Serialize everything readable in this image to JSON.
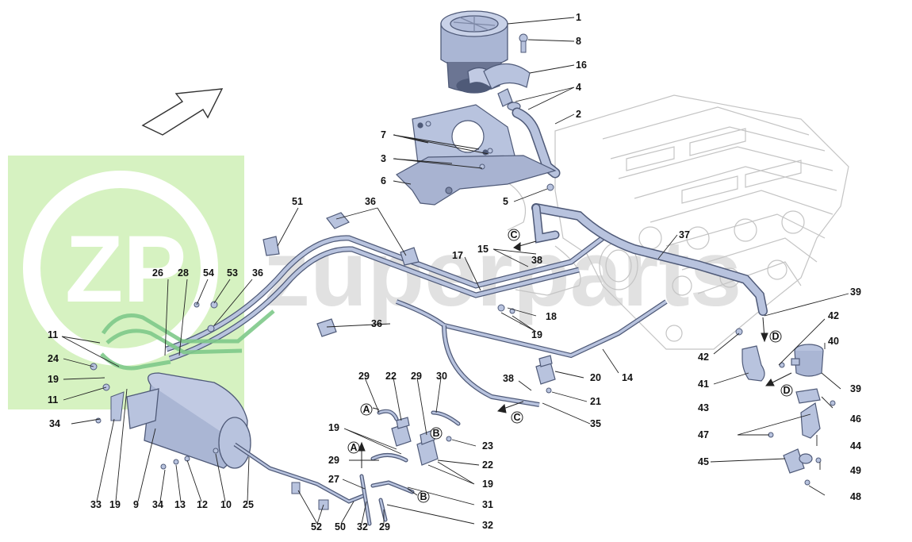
{
  "watermark": {
    "logo": "ZP",
    "wordmark": "zuperparts",
    "logo_color": "#a7e27a",
    "wordmark_color": "#d6d6d6"
  },
  "colors": {
    "part_fill": "#b8c3de",
    "part_stroke": "#4f5a78",
    "hose_fill": "#aeb9d6",
    "green_pipe": "#7fc98a",
    "engine_line": "#c8c8c8"
  },
  "letters": {
    "A": "A",
    "B": "B",
    "C": "C",
    "D": "D"
  },
  "callouts": {
    "c1": "1",
    "c8": "8",
    "c16": "16",
    "c4": "4",
    "c2": "2",
    "c7": "7",
    "c3": "3",
    "c6": "6",
    "c5": "5",
    "c51": "51",
    "c36a": "36",
    "c37": "37",
    "c15": "15",
    "c38a": "38",
    "c17": "17",
    "c26": "26",
    "c28": "28",
    "c54": "54",
    "c53": "53",
    "c36b": "36",
    "c18": "18",
    "c19a": "19",
    "c39a": "39",
    "c42a": "42",
    "c42b": "42",
    "c40": "40",
    "c36c": "36",
    "c14": "14",
    "c11a": "11",
    "c24": "24",
    "c19b": "19",
    "c11b": "11",
    "c29a": "29",
    "c22a": "22",
    "c29b": "29",
    "c30": "30",
    "c38b": "38",
    "c20": "20",
    "c21": "21",
    "c35": "35",
    "c41": "41",
    "c39b": "39",
    "c43": "43",
    "c46": "46",
    "c34a": "34",
    "c19c": "19",
    "c23": "23",
    "c47": "47",
    "c44": "44",
    "c29c": "29",
    "c22b": "22",
    "c19d": "19",
    "c45": "45",
    "c49": "49",
    "c27": "27",
    "c31": "31",
    "c48": "48",
    "c33": "33",
    "c19e": "19",
    "c9": "9",
    "c34b": "34",
    "c13": "13",
    "c12": "12",
    "c10": "10",
    "c25": "25",
    "c52": "52",
    "c50": "50",
    "c32a": "32",
    "c29d": "29",
    "c32b": "32"
  }
}
